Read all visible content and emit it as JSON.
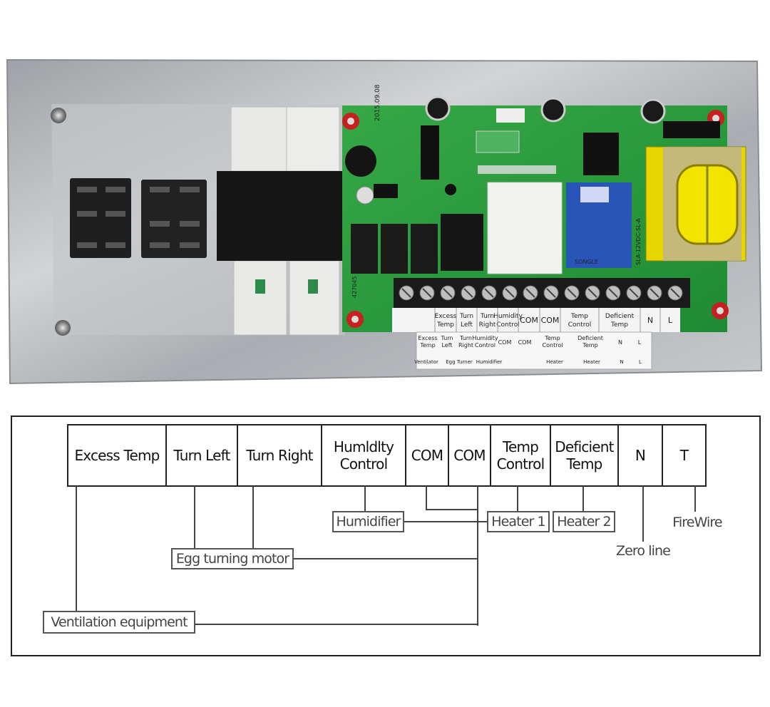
{
  "photo": {
    "board_terminals": [
      {
        "top": "Excess\nTemp"
      },
      {
        "top": "Turn\nLeft"
      },
      {
        "top": "Turn\nRight"
      },
      {
        "top": "Humidity\nControl"
      },
      {
        "top": "COM"
      },
      {
        "top": "COM"
      },
      {
        "top": "Temp\nControl"
      },
      {
        "top": "Deficient\nTemp"
      },
      {
        "top": "N"
      },
      {
        "top": "L"
      }
    ],
    "lower_label_terminals": [
      "Excess\nTemp",
      "Turn\nLeft",
      "Turn\nRight",
      "Humidity\nControl",
      "COM",
      "COM",
      "Temp\nControl",
      "Deficient\nTemp",
      "N",
      "L"
    ],
    "lower_label_devices": [
      "Ventilator",
      "Egg Turner",
      "Humidifier",
      "Heater",
      "Heater",
      "N",
      "L"
    ],
    "pcb_marking": "2015.09.08",
    "relay_marking": "SLA-12VDC-SL-A",
    "relay_brand": "SONGLE",
    "serial": "427045"
  },
  "diagram": {
    "terminals": [
      {
        "label": "Excess Temp"
      },
      {
        "label": "Turn Left"
      },
      {
        "label": "Turn Right"
      },
      {
        "label": "Humldlty\nControl"
      },
      {
        "label": "COM"
      },
      {
        "label": "COM"
      },
      {
        "label": "Temp\nControl"
      },
      {
        "label": "Deficient\nTemp"
      },
      {
        "label": "N"
      },
      {
        "label": "T"
      }
    ],
    "devices": {
      "humidifier": "Humidifier",
      "heater1": "Heater 1",
      "heater2": "Heater 2",
      "firewire": "FireWire",
      "zeroline": "Zero line",
      "egg_motor": "Egg turning motor",
      "ventilation": "Ventilation equipment"
    }
  },
  "colors": {
    "plate": "#b9bcbf",
    "pcb": "#2a9a3c",
    "relay_blue": "#2a55b8",
    "transformer_yellow": "#e8d400",
    "screw_red": "#c62020"
  }
}
